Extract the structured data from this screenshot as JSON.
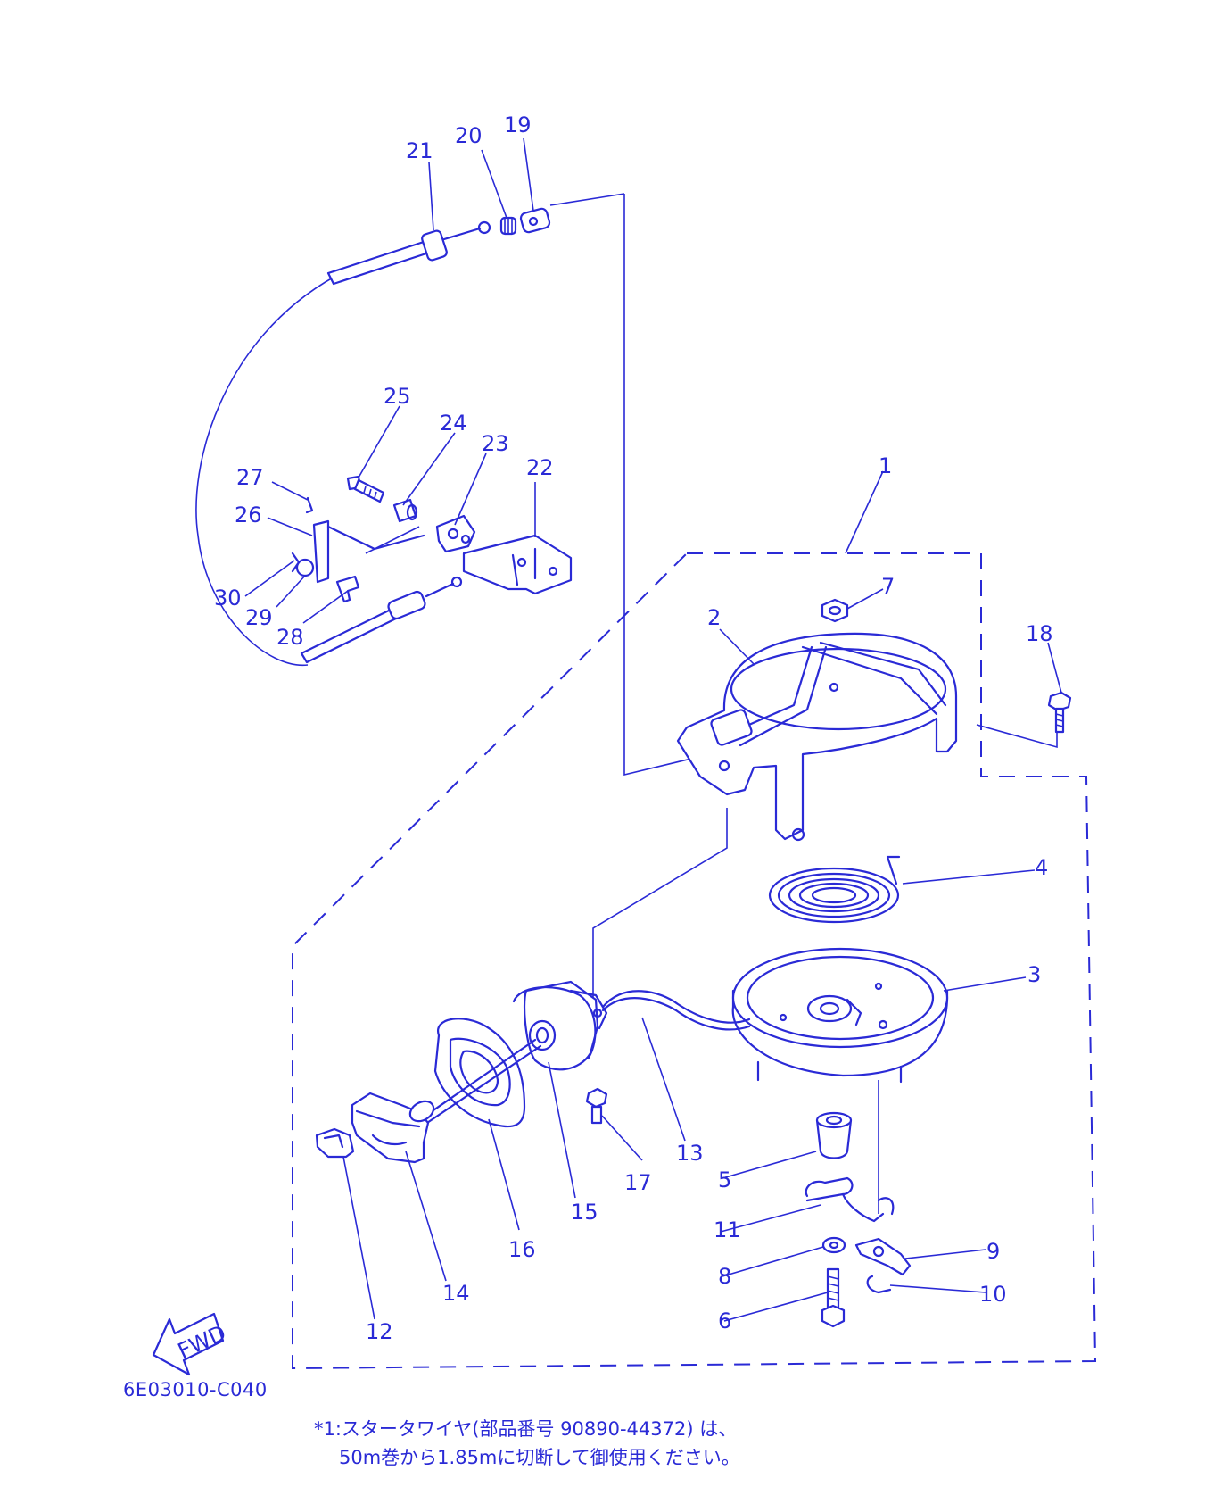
{
  "diagram": {
    "drawing_code": "6E03010-C040",
    "fwd_label": "FWD",
    "note_line1": "*1:スタータワイヤ(部品番号 90890-44372) は、",
    "note_line2": "50m巻から1.85mに切断して御使用ください。",
    "callouts": [
      "1",
      "2",
      "3",
      "4",
      "5",
      "6",
      "7",
      "8",
      "9",
      "10",
      "11",
      "12",
      "13",
      "14",
      "15",
      "16",
      "17",
      "18",
      "19",
      "20",
      "21",
      "22",
      "23",
      "24",
      "25",
      "26",
      "27",
      "28",
      "29",
      "30"
    ],
    "line_color": "#2a2ad6"
  }
}
